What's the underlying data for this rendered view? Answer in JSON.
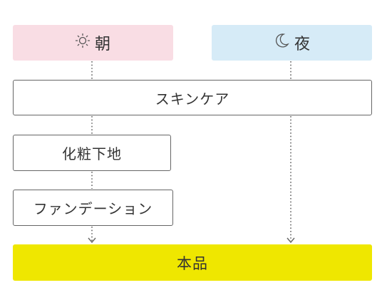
{
  "header": {
    "morning": {
      "label": "朝",
      "icon": "sun-icon",
      "color": "#f9dde4"
    },
    "night": {
      "label": "夜",
      "icon": "crescent-moon-icon",
      "color": "#d6ebf7"
    }
  },
  "steps": {
    "skincare": "スキンケア",
    "primer": "化粧下地",
    "foundation": "ファンデーション"
  },
  "final": {
    "label": "本品",
    "color": "#efe700"
  }
}
